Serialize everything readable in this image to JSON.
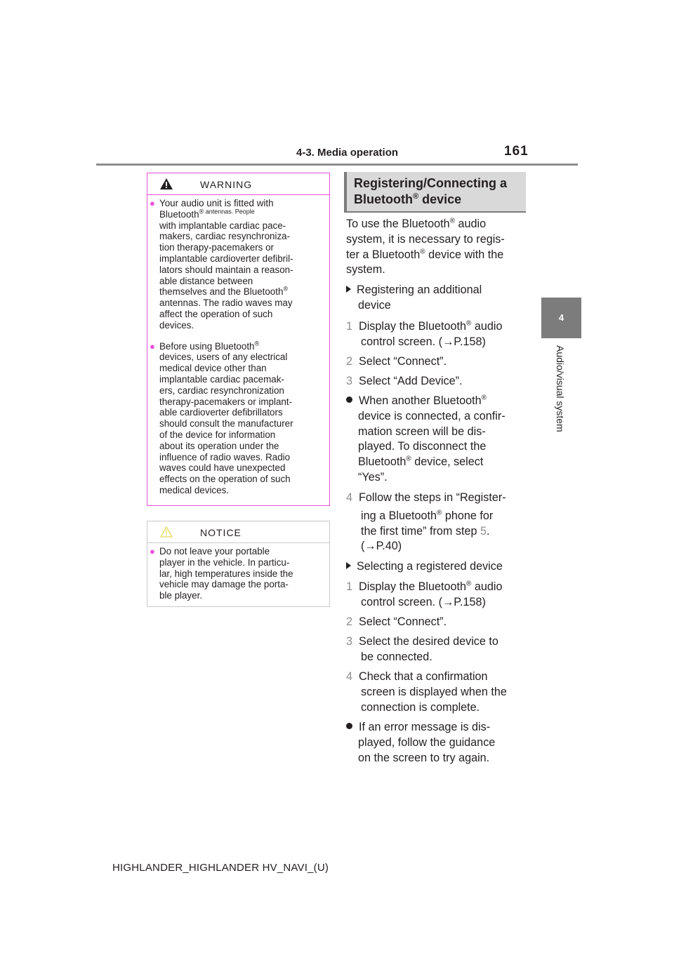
{
  "header": {
    "section": "4-3. Media operation",
    "page_number": "161"
  },
  "side_tab": {
    "number": "4",
    "label": "Audio/visual system"
  },
  "warning": {
    "title": "WARNING",
    "items": [
      {
        "lines": [
          "Your audio unit is fitted with",
          "Bluetooth",
          "® antennas. People",
          "with implantable cardiac pace-",
          "makers, cardiac resynchroniza-",
          "tion therapy-pacemakers or",
          "implantable cardioverter defibril-",
          "lators should maintain a reason-",
          "able distance between",
          "themselves and the Bluetooth",
          "®",
          "antennas. The radio waves may",
          "affect the operation of such",
          "devices."
        ]
      },
      {
        "lines": [
          "Before using Bluetooth",
          "®",
          "devices, users of any electrical",
          "medical device other than",
          "implantable cardiac pacemak-",
          "ers, cardiac resynchronization",
          "therapy-pacemakers or implant-",
          "able cardioverter defibrillators",
          "should consult the manufacturer",
          "of the device for information",
          "about its operation under the",
          "influence of radio waves. Radio",
          "waves could have unexpected",
          "effects on the operation of such",
          "medical devices."
        ]
      }
    ]
  },
  "notice": {
    "title": "NOTICE",
    "lines": [
      "Do not leave your portable",
      "player in the vehicle. In particu-",
      "lar, high temperatures inside the",
      "vehicle may damage the porta-",
      "ble player."
    ]
  },
  "section": {
    "title_1": "Registering/Connecting a",
    "title_2a": "Bluetooth",
    "reg": "®",
    "title_2b": " device"
  },
  "intro": {
    "l1a": "To use the Bluetooth",
    "l1b": " audio",
    "l2": "system, it is necessary to regis-",
    "l3a": "ter a Bluetooth",
    "l3b": " device with the",
    "l4": "system."
  },
  "register": {
    "heading_1": "Registering an additional",
    "heading_2": "device",
    "s1_num": "1",
    "s1_a": "Display the Bluetooth",
    "s1_b": " audio",
    "s1_c": "control screen. (",
    "s1_ref": "→P.158)",
    "s2_num": "2",
    "s2": "Select “Connect”.",
    "s3_num": "3",
    "s3": "Select “Add Device”.",
    "note_a": "When another Bluetooth",
    "note_2": "device is connected, a confir-",
    "note_3": "mation screen will be dis-",
    "note_4": "played. To disconnect the",
    "note_5a": "Bluetooth",
    "note_5b": " device, select",
    "note_6": "“Yes”.",
    "s4_num": "4",
    "s4_a": "Follow the steps in “Register-",
    "s4_b": "ing a Bluetooth",
    "s4_c": " phone for",
    "s4_d": "the first time” from step ",
    "s4_step": "5",
    "s4_e": ".",
    "s4_ref": "(→P.40)"
  },
  "select": {
    "heading": "Selecting a registered device",
    "s1_num": "1",
    "s1_a": "Display the Bluetooth",
    "s1_b": " audio",
    "s1_c": "control screen. (",
    "s1_ref": "→P.158)",
    "s2_num": "2",
    "s2": "Select “Connect”.",
    "s3_num": "3",
    "s3_a": "Select the desired device to",
    "s3_b": "be connected.",
    "s4_num": "4",
    "s4_a": "Check that a confirmation",
    "s4_b": "screen is displayed when the",
    "s4_c": "connection is complete.",
    "err_1": "If an error message is dis-",
    "err_2": "played, follow the guidance",
    "err_3": "on the screen to try again."
  },
  "footer": "HIGHLANDER_HIGHLANDER HV_NAVI_(U)"
}
